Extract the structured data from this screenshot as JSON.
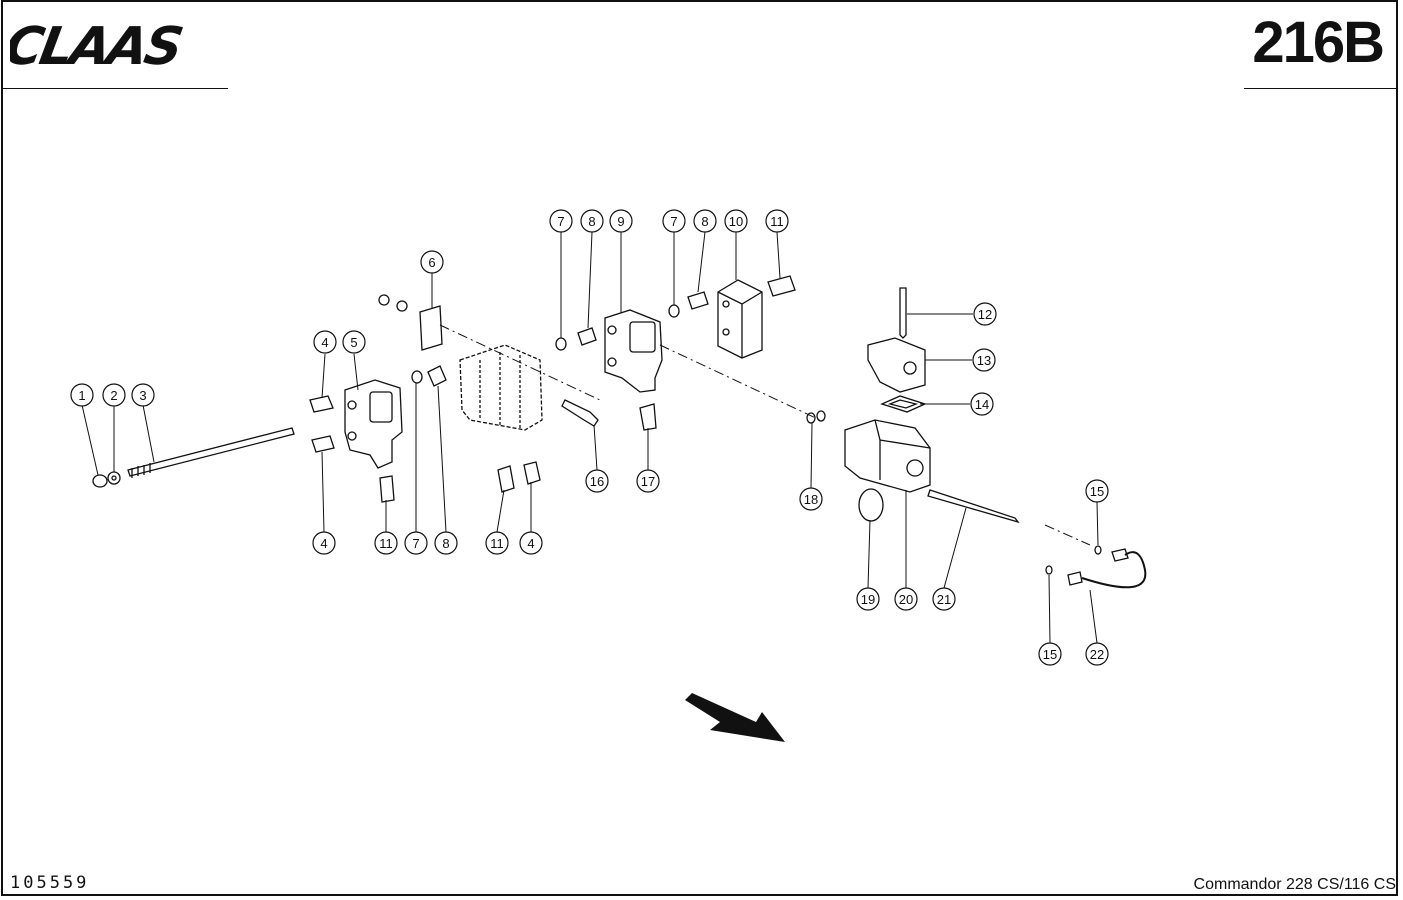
{
  "header": {
    "brand": "CLAAS",
    "page_code": "216B"
  },
  "footer": {
    "drawing_number": "105559",
    "model": "Commandor 228 CS/116 CS"
  },
  "callouts": [
    "1",
    "2",
    "3",
    "4",
    "5",
    "4",
    "11",
    "7",
    "8",
    "6",
    "11",
    "4",
    "7",
    "8",
    "9",
    "16",
    "17",
    "7",
    "8",
    "10",
    "11",
    "12",
    "13",
    "14",
    "18",
    "19",
    "20",
    "21",
    "15",
    "15",
    "22"
  ]
}
